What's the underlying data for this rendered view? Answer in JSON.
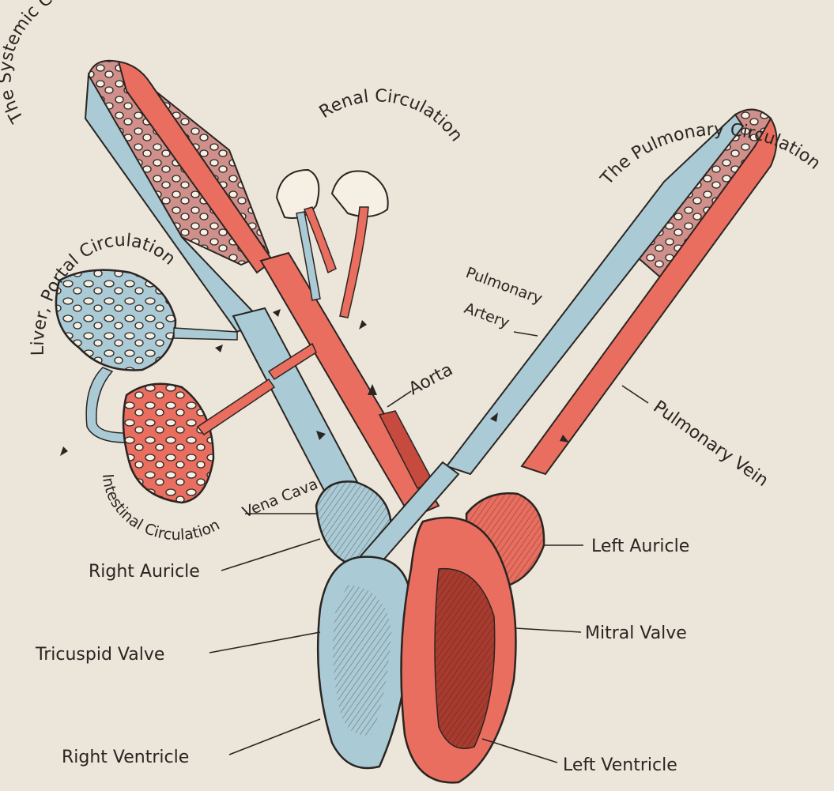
{
  "colors": {
    "background": "#ece5d9",
    "arterial_red": "#ea6e5f",
    "venous_blue": "#aacbd6",
    "ink": "#2a2522"
  },
  "labels": {
    "systemic": "The Systemic Circulation",
    "renal": "Renal Circulation",
    "pulmonary": "The Pulmonary Circulation",
    "liver": "Liver, Portal Circulation",
    "intestinal": "Intestinal Circulation",
    "pulmonary_artery_1": "Pulmonary",
    "pulmonary_artery_2": "Artery",
    "aorta": "Aorta",
    "pulmonary_vein": "Pulmonary Vein",
    "vena_cava": "Vena Cava",
    "right_auricle": "Right Auricle",
    "left_auricle": "Left Auricle",
    "tricuspid_valve": "Tricuspid Valve",
    "mitral_valve": "Mitral Valve",
    "right_ventricle": "Right Ventricle",
    "left_ventricle": "Left Ventricle"
  }
}
